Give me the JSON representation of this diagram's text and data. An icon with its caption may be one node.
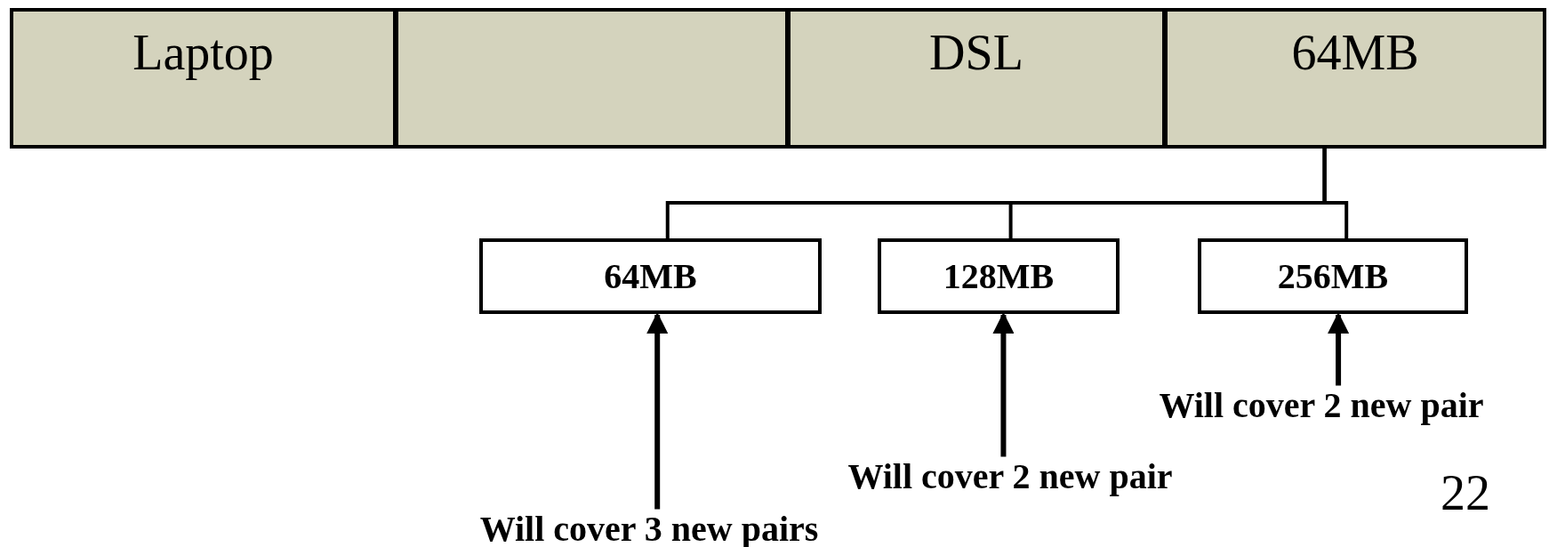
{
  "diagram": {
    "nodes": [
      {
        "text": [
          "Laptop"
        ]
      },
      {
        "text": [],
        "shape": "box"
      },
      {
        "text": [
          "DSL"
        ]
      },
      {
        "text": [
          "64MB"
        ]
      },
      {
        "text": [
          "64MB"
        ]
      },
      {
        "text": [
          "128MB"
        ]
      },
      {
        "text": [
          "256MB"
        ]
      },
      {
        "text": [
          "Will cover 3 new pairs"
        ]
      },
      {
        "text": [
          "Will cover 2 new pair"
        ]
      },
      {
        "text": [
          "Will cover 2 new pair"
        ]
      }
    ],
    "edges": [
      {
        "from": 3,
        "to": 4,
        "arrow": "none"
      },
      {
        "from": 3,
        "to": 5,
        "arrow": "none"
      },
      {
        "from": 3,
        "to": 6,
        "arrow": "none"
      },
      {
        "from": 7,
        "to": 4,
        "arrow": "to"
      },
      {
        "from": 8,
        "to": 5,
        "arrow": "to"
      },
      {
        "from": 9,
        "to": 6,
        "arrow": "to"
      }
    ],
    "labels": [
      "22"
    ]
  }
}
